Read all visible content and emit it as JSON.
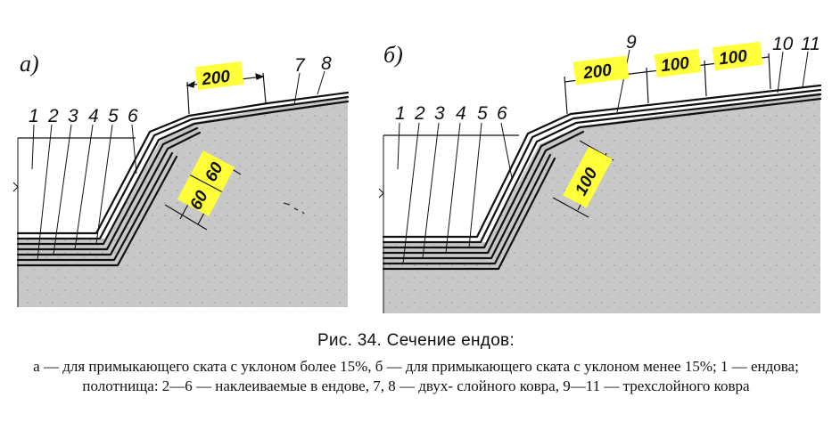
{
  "panels": [
    {
      "letter": "а)",
      "labels": [
        "1",
        "2",
        "3",
        "4",
        "5",
        "6",
        "7",
        "8"
      ],
      "dims": [
        "200",
        "60",
        "60"
      ]
    },
    {
      "letter": "б)",
      "labels": [
        "1",
        "2",
        "3",
        "4",
        "5",
        "6",
        "9",
        "10",
        "11"
      ],
      "dims": [
        "200",
        "100",
        "100",
        "100"
      ]
    }
  ],
  "caption": {
    "title": "Рис. 34. Сечение ендов:",
    "body": "а — для примыкающего ската с уклоном более 15%, б — для примыкающего ската с уклоном менее 15%; 1 — ендова; полотнища: 2—6 — наклеиваемые в ендове, 7, 8 — двух- слойного ковра, 9—11 — трехслойного ковра"
  },
  "colors": {
    "highlight": "#ffff3a",
    "concrete": "#c9c9c9",
    "line": "#111111"
  }
}
